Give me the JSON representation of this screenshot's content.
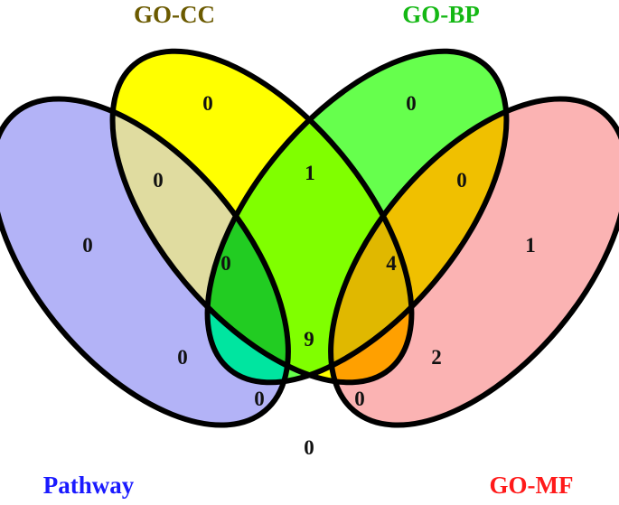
{
  "sets": [
    {
      "key": "pathway",
      "label": "Pathway",
      "label_color": "#1a1aff"
    },
    {
      "key": "go_cc",
      "label": "GO-CC",
      "label_color": "#6b5a00"
    },
    {
      "key": "go_bp",
      "label": "GO-BP",
      "label_color": "#14b814"
    },
    {
      "key": "go_mf",
      "label": "GO-MF",
      "label_color": "#ff1a1a"
    }
  ],
  "regions": {
    "pathway_only": 0,
    "cc_only": 0,
    "bp_only": 0,
    "mf_only": 1,
    "pathway_cc": 0,
    "cc_bp": 1,
    "bp_mf": 0,
    "pathway_mf": 0,
    "pathway_cc_bp": 0,
    "cc_bp_mf": 4,
    "pathway_cc_mf": 0,
    "pathway_bp_mf": 0,
    "all_four": 9,
    "pathway_bp": 0,
    "cc_mf": 2
  },
  "region_colors": {
    "pathway_only": "#b3b3f7",
    "cc_only": "#ffff00",
    "bp_only": "#66ff4d",
    "mf_only": "#fbb3b3",
    "pathway_cc": "#e0dca0",
    "cc_bp": "#80ff00",
    "bp_mf": "#f0c000",
    "pathway_mf": "#ff33cc",
    "pathway_cc_bp": "#22cc22",
    "cc_bp_mf": "#e0b800",
    "pathway_cc_mf": "#ff8c00",
    "pathway_bp_mf": "#bb9060",
    "all_four": "#b48a10",
    "pathway_bp": "#00e5a0",
    "cc_mf": "#ffa000"
  }
}
